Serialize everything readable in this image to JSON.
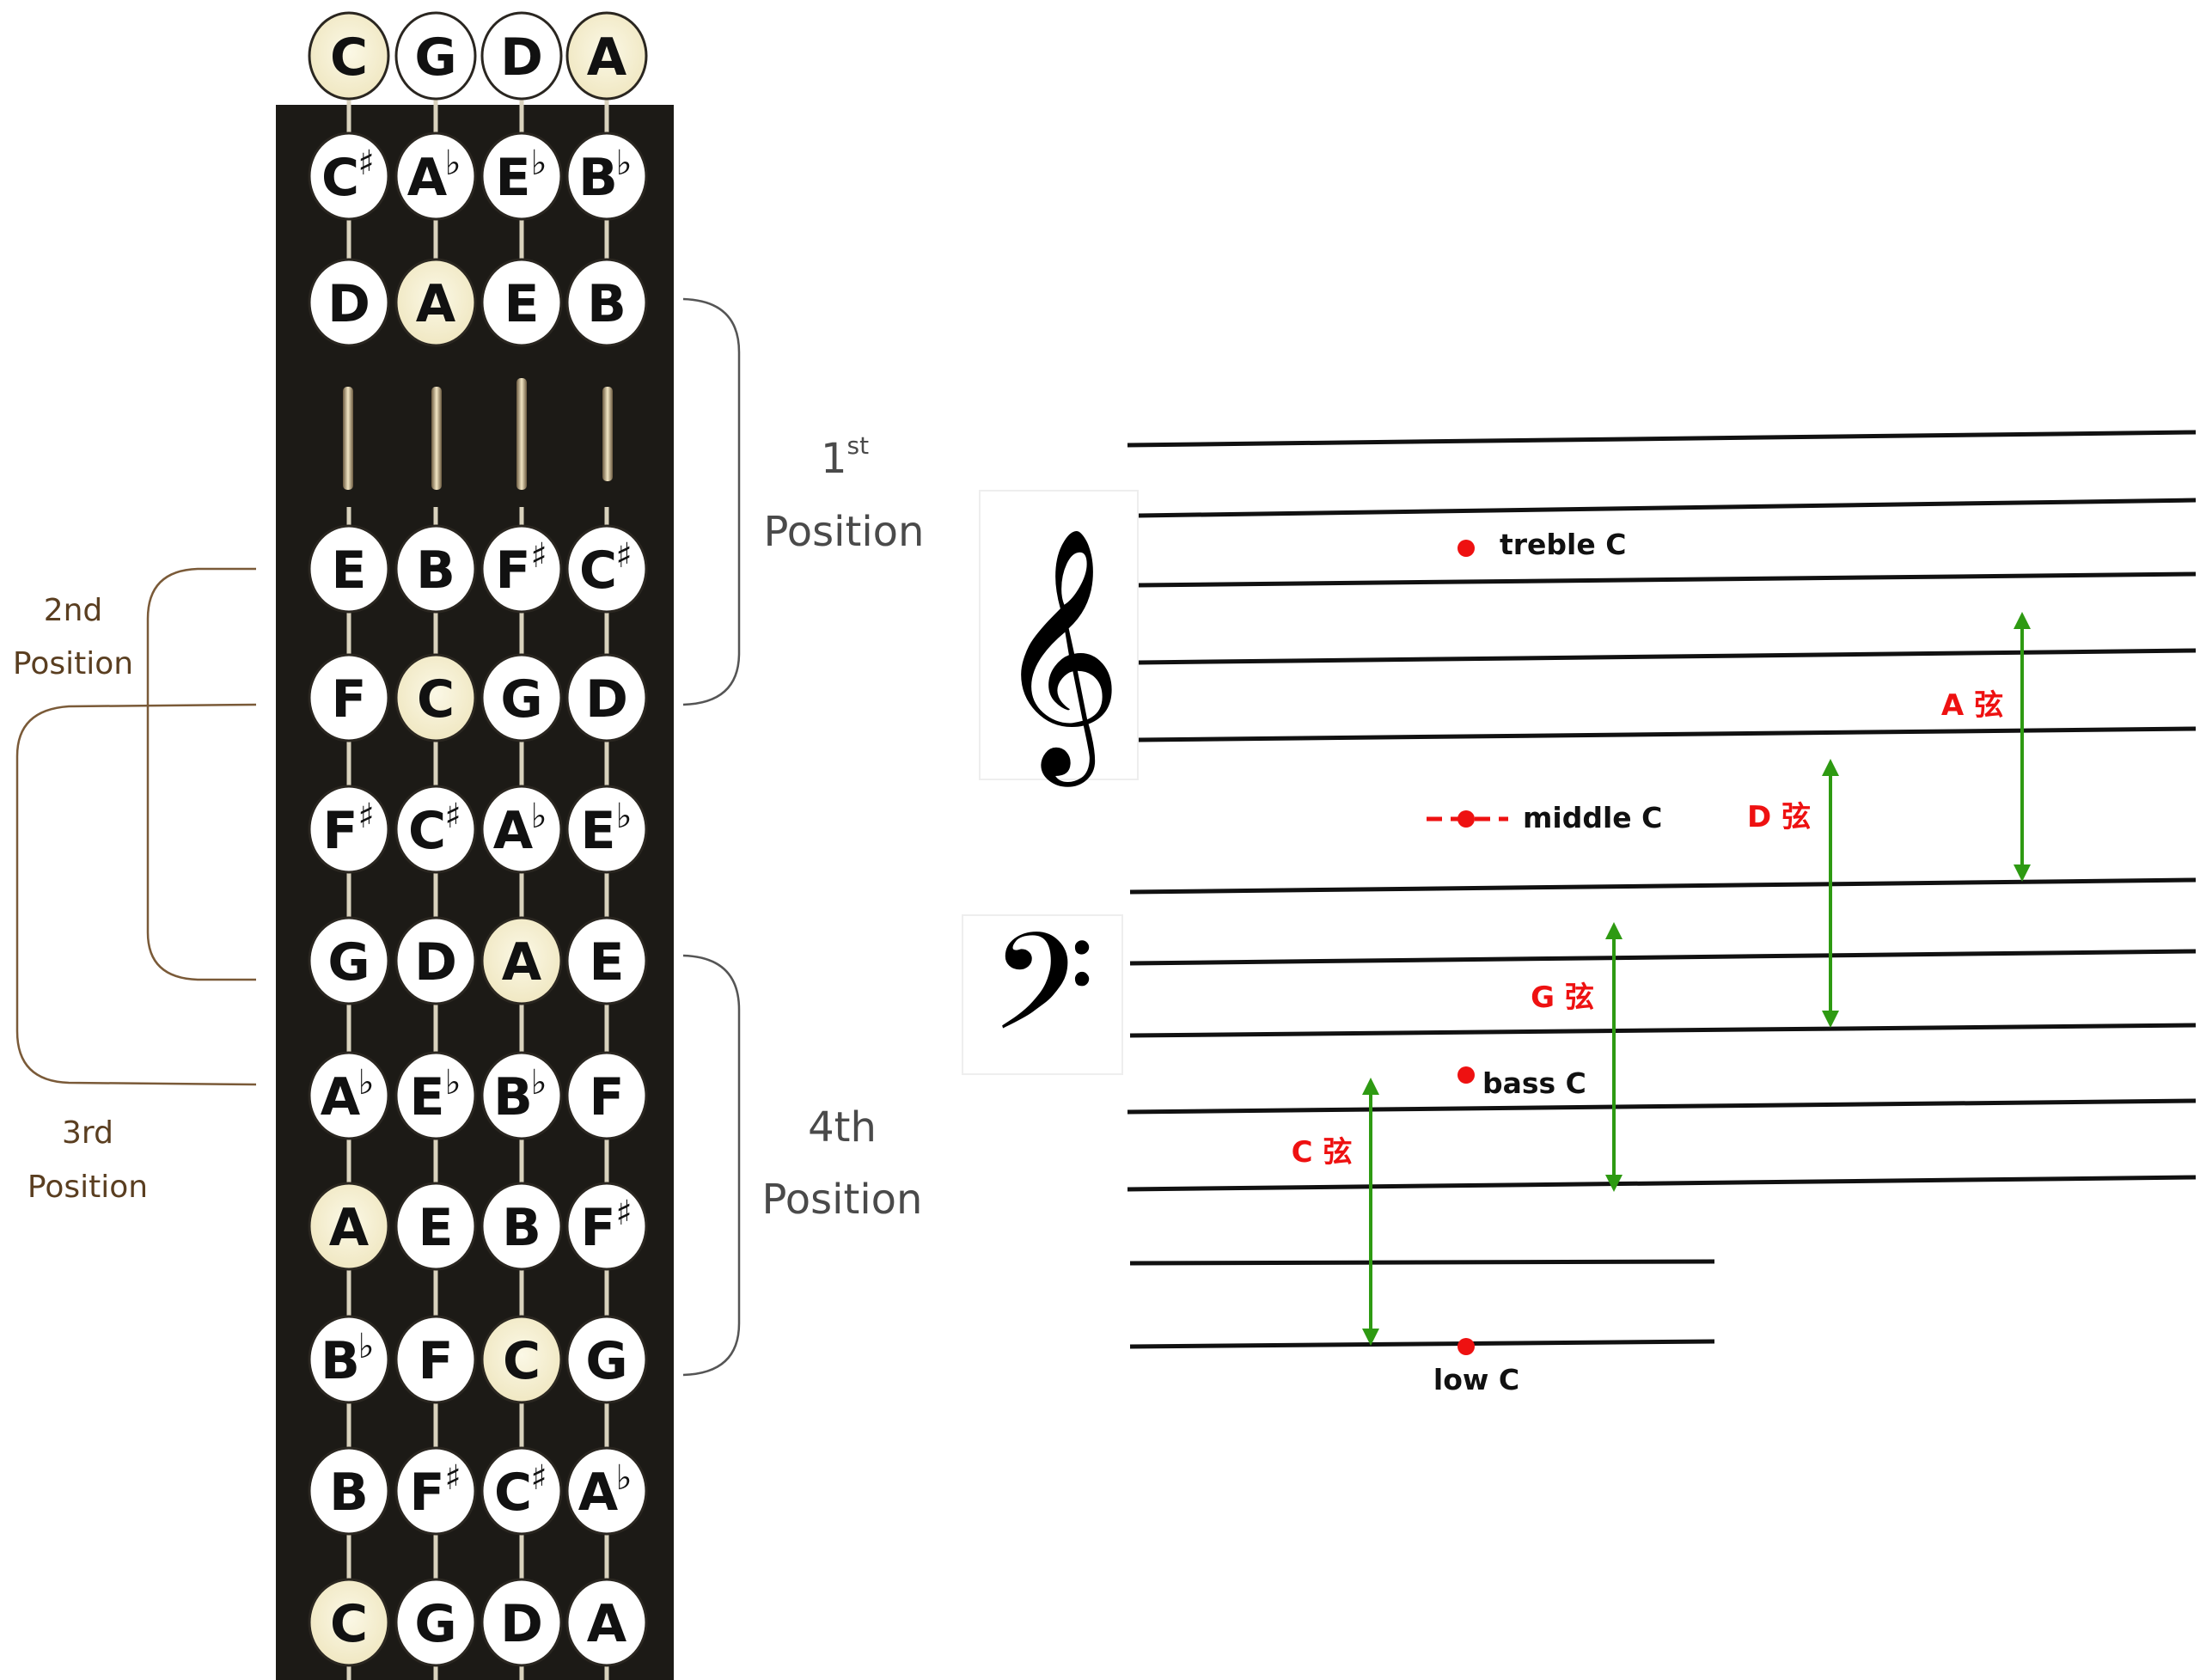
{
  "fingerboard": {
    "open_strings": [
      {
        "letter": "C",
        "acc": "",
        "hl": true
      },
      {
        "letter": "G",
        "acc": "",
        "hl": false
      },
      {
        "letter": "D",
        "acc": "",
        "hl": false
      },
      {
        "letter": "A",
        "acc": "",
        "hl": true
      }
    ],
    "rows": [
      [
        {
          "letter": "C",
          "acc": "♯",
          "hl": false
        },
        {
          "letter": "A",
          "acc": "♭",
          "hl": false
        },
        {
          "letter": "E",
          "acc": "♭",
          "hl": false
        },
        {
          "letter": "B",
          "acc": "♭",
          "hl": false
        }
      ],
      [
        {
          "letter": "D",
          "acc": "",
          "hl": false
        },
        {
          "letter": "A",
          "acc": "",
          "hl": true
        },
        {
          "letter": "E",
          "acc": "",
          "hl": false
        },
        {
          "letter": "B",
          "acc": "",
          "hl": false
        }
      ],
      null,
      [
        {
          "letter": "E",
          "acc": "",
          "hl": false
        },
        {
          "letter": "B",
          "acc": "",
          "hl": false
        },
        {
          "letter": "F",
          "acc": "♯",
          "hl": false
        },
        {
          "letter": "C",
          "acc": "♯",
          "hl": false
        }
      ],
      [
        {
          "letter": "F",
          "acc": "",
          "hl": false
        },
        {
          "letter": "C",
          "acc": "",
          "hl": true
        },
        {
          "letter": "G",
          "acc": "",
          "hl": false
        },
        {
          "letter": "D",
          "acc": "",
          "hl": false
        }
      ],
      [
        {
          "letter": "F",
          "acc": "♯",
          "hl": false
        },
        {
          "letter": "C",
          "acc": "♯",
          "hl": false
        },
        {
          "letter": "A",
          "acc": "♭",
          "hl": false
        },
        {
          "letter": "E",
          "acc": "♭",
          "hl": false
        }
      ],
      [
        {
          "letter": "G",
          "acc": "",
          "hl": false
        },
        {
          "letter": "D",
          "acc": "",
          "hl": false
        },
        {
          "letter": "A",
          "acc": "",
          "hl": true
        },
        {
          "letter": "E",
          "acc": "",
          "hl": false
        }
      ],
      [
        {
          "letter": "A",
          "acc": "♭",
          "hl": false
        },
        {
          "letter": "E",
          "acc": "♭",
          "hl": false
        },
        {
          "letter": "B",
          "acc": "♭",
          "hl": false
        },
        {
          "letter": "F",
          "acc": "",
          "hl": false
        }
      ],
      [
        {
          "letter": "A",
          "acc": "",
          "hl": true
        },
        {
          "letter": "E",
          "acc": "",
          "hl": false
        },
        {
          "letter": "B",
          "acc": "",
          "hl": false
        },
        {
          "letter": "F",
          "acc": "♯",
          "hl": false
        }
      ],
      [
        {
          "letter": "B",
          "acc": "♭",
          "hl": false
        },
        {
          "letter": "F",
          "acc": "",
          "hl": false
        },
        {
          "letter": "C",
          "acc": "",
          "hl": true
        },
        {
          "letter": "G",
          "acc": "",
          "hl": false
        }
      ],
      [
        {
          "letter": "B",
          "acc": "",
          "hl": false
        },
        {
          "letter": "F",
          "acc": "♯",
          "hl": false
        },
        {
          "letter": "C",
          "acc": "♯",
          "hl": false
        },
        {
          "letter": "A",
          "acc": "♭",
          "hl": false
        }
      ],
      [
        {
          "letter": "C",
          "acc": "",
          "hl": true
        },
        {
          "letter": "G",
          "acc": "",
          "hl": false
        },
        {
          "letter": "D",
          "acc": "",
          "hl": false
        },
        {
          "letter": "A",
          "acc": "",
          "hl": false
        }
      ]
    ]
  },
  "positions": {
    "first": {
      "number": "1",
      "suffix": "st",
      "word": "Position"
    },
    "second": {
      "line1": "2nd",
      "line2": "Position"
    },
    "third": {
      "line1": "3rd",
      "line2": "Position"
    },
    "fourth": {
      "line1": "4th",
      "line2": "Position"
    }
  },
  "staff": {
    "treble_clef_glyph": "𝄞",
    "bass_clef_glyph": "𝄢",
    "note_labels": {
      "treble_c": "treble C",
      "middle_c": "middle C",
      "bass_c": "bass C",
      "low_c": "low C"
    },
    "string_ranges": {
      "a": "A 弦",
      "d": "D 弦",
      "g": "G 弦",
      "c": "C 弦"
    }
  },
  "colors": {
    "fingerboard": "#1c1a16",
    "note_fill": "#ffffff",
    "note_highlight": "#f5f0d2",
    "bracket": "#555555",
    "position_text_left": "#5a3e20",
    "position_text_right": "#4a4a4a",
    "red": "#ee1111",
    "green": "#2e9a12"
  }
}
